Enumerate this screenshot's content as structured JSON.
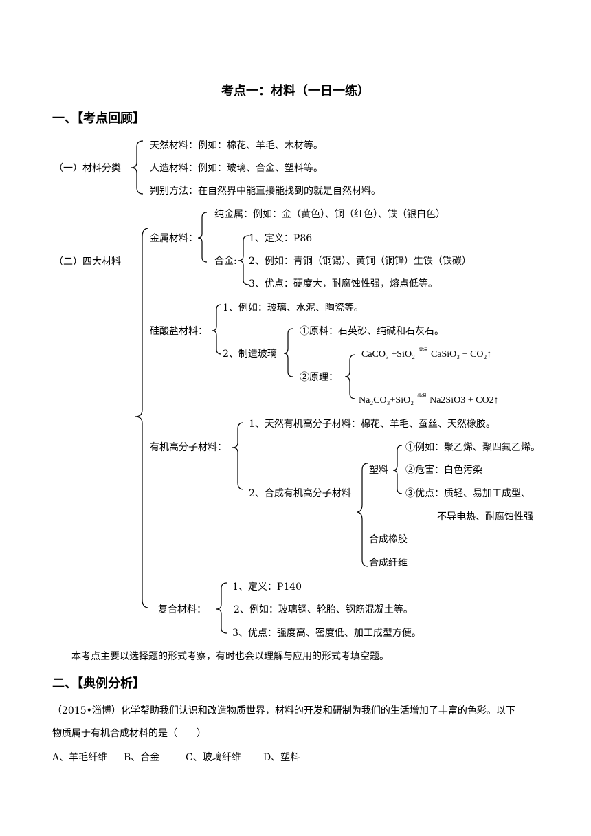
{
  "title": "考点一：材料（一日一练）",
  "section1": {
    "heading": "一、【考点回顾】",
    "classify": {
      "label": "（一）材料分类",
      "items": [
        "天然材料：例如：棉花、羊毛、木材等。",
        "人造材料：例如：玻璃、合金、塑料等。",
        "判别方法：在自然界中能直接能找到的就是自然材料。"
      ]
    },
    "four": {
      "label": "（二）四大材料",
      "metal": {
        "label": "金属材料：",
        "pure": "纯金属：例如：金（黄色）、铜（红色）、铁（银白色）",
        "alloy_label": "合金:",
        "alloy_items": [
          "1、定义：P86",
          "2、例如：青铜（铜锡）、黄铜（铜锌）生铁（铁碳）",
          "3、优点：硬度大，耐腐蚀性强，熔点低等。"
        ]
      },
      "silicate": {
        "label": "硅酸盐材料：",
        "item1": "1、例如：玻璃、水泥、陶瓷等。",
        "item2": "2、制造玻璃",
        "raw": "①原料：石英砂、纯碱和石灰石。",
        "principle": "②原理：",
        "eq1_left": "CaCO₃ +SiO₂",
        "eq1_cond": "高温",
        "eq1_right": "CaSiO₃ + CO₂↑",
        "eq2_left": "Na₂CO₃+SiO₂",
        "eq2_cond": "高温",
        "eq2_right": "Na2SiO3 + CO2↑"
      },
      "organic": {
        "label": "有机高分子材料：",
        "natural": "1、天然有机高分子材料：棉花、羊毛、蚕丝、天然橡胶。",
        "synthetic": "2、合成有机高分子材料",
        "plastic_label": "塑料",
        "plastic_items": [
          "①例如：聚乙烯、聚四氟乙烯。",
          "②危害：白色污染",
          "③优点：质轻、易加工成型、"
        ],
        "plastic_cont": "不导电热、耐腐蚀性强",
        "rubber": "合成橡胶",
        "fiber": "合成纤维"
      },
      "composite": {
        "label": "复合材料：",
        "items": [
          "1、定义：P140",
          "2、例如：玻璃钢、轮胎、钢筋混凝土等。",
          "3、优点：强度高、密度低、加工成型方便。"
        ]
      }
    },
    "note": "本考点主要以选择题的形式考察，有时也会以理解与应用的形式考填空题。"
  },
  "section2": {
    "heading": "二、【典例分析】",
    "question_line1": "（2015•淄博）化学帮助我们认识和改造物质世界，材料的开发和研制为我们的生活增加了丰富的色彩。以下",
    "question_line2": "物质属于有机合成材料的是（　　）",
    "options": [
      "A、羊毛纤维",
      "B、合金",
      "C、玻璃纤维",
      "D、塑料"
    ]
  }
}
